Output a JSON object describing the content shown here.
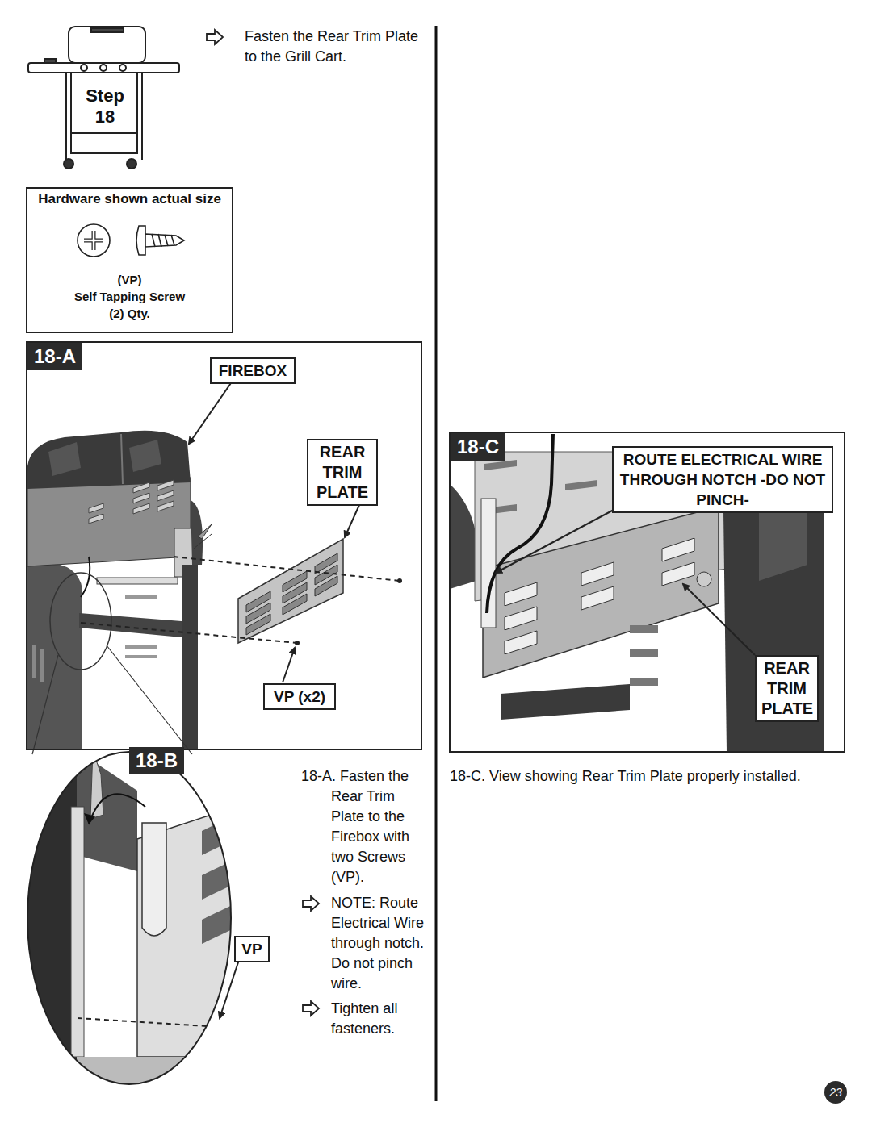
{
  "diagram": {
    "nodes": [
      {
        "text": [
          "Hardware shown actual size",
          "(VP)",
          "Self Tapping Screw",
          "(2) Qty."
        ]
      },
      {
        "text": [
          "18-A"
        ]
      },
      {
        "text": [
          "FIREBOX"
        ],
        "in": 1
      },
      {
        "text": [
          "REAR TRIM PLATE"
        ],
        "in": 1
      },
      {
        "text": [
          "VP (x2)"
        ],
        "in": 1
      },
      {
        "text": [
          "18-B"
        ]
      },
      {
        "text": [
          "VP"
        ],
        "in": 5
      },
      {
        "text": [
          "18-C"
        ]
      },
      {
        "text": [
          "ROUTE ELECTRICAL WIRE THROUGH NOTCH -DO NOT PINCH-"
        ],
        "in": 7
      },
      {
        "text": [
          "REAR TRIM PLATE"
        ],
        "in": 7
      },
      {
        "text": [
          "23"
        ]
      }
    ],
    "labels": [
      "Step",
      "18",
      "Fasten the Rear Trim Plate to the Grill Cart.",
      "18-A. Fasten the Rear Trim Plate to the Firebox with two Screws (VP).",
      "NOTE: Route Electrical Wire through notch. Do not pinch wire.",
      "Tighten all fasteners.",
      "18-C. View showing Rear Trim Plate properly installed."
    ]
  }
}
